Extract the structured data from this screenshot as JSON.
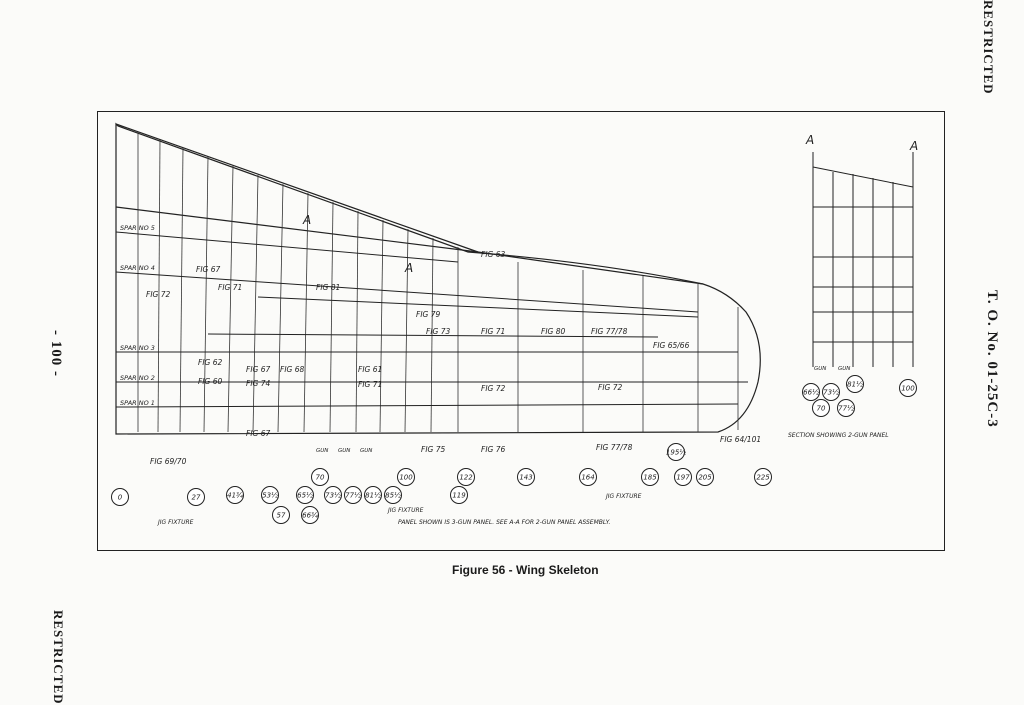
{
  "page": {
    "header_right": "RESTRICTED",
    "doc_number": "T. O. No. 01-25C-3",
    "page_number": "- 100 -",
    "footer_left": "RESTRICTED",
    "caption": "Figure 56 - Wing Skeleton"
  },
  "labels": {
    "spars": [
      "SPAR NO 5",
      "SPAR NO 4",
      "SPAR NO 3",
      "SPAR NO 2",
      "SPAR NO 1"
    ],
    "figs": [
      "FIG 67",
      "FIG 71",
      "FIG 72",
      "FIG 81",
      "FIG 63",
      "FIG 79",
      "FIG 73",
      "FIG 71",
      "FIG 80",
      "FIG 77/78",
      "FIG 65/66",
      "FIG 62",
      "FIG 60",
      "FIG 67",
      "FIG 74",
      "FIG 68",
      "FIG 61",
      "FIG 71",
      "FIG 72",
      "FIG 72",
      "FIG 67",
      "FIG 75",
      "FIG 76",
      "FIG 77/78",
      "FIG 64/101",
      "FIG 69/70"
    ],
    "section_marks": [
      "A",
      "A",
      "A",
      "A"
    ],
    "gun_labels": [
      "GUN",
      "GUN",
      "GUN"
    ],
    "gun_labels_section": [
      "GUN",
      "GUN"
    ],
    "jig_fixture": [
      "JIG FIXTURE",
      "JIG FIXTURE",
      "JIG FIXTURE"
    ],
    "panel_note": "PANEL SHOWN IS 3-GUN PANEL. SEE A-A FOR 2-GUN PANEL ASSEMBLY.",
    "section_caption": "SECTION SHOWING 2-GUN PANEL"
  },
  "stations": {
    "main": [
      "0",
      "27",
      "41¾",
      "53½",
      "57",
      "65½",
      "66¾",
      "70",
      "73½",
      "77½",
      "81½",
      "85½",
      "100",
      "119",
      "122",
      "143",
      "164",
      "185",
      "195½",
      "197",
      "205",
      "225"
    ],
    "section": [
      "66½",
      "70",
      "73½",
      "77½",
      "81½",
      "100"
    ]
  }
}
